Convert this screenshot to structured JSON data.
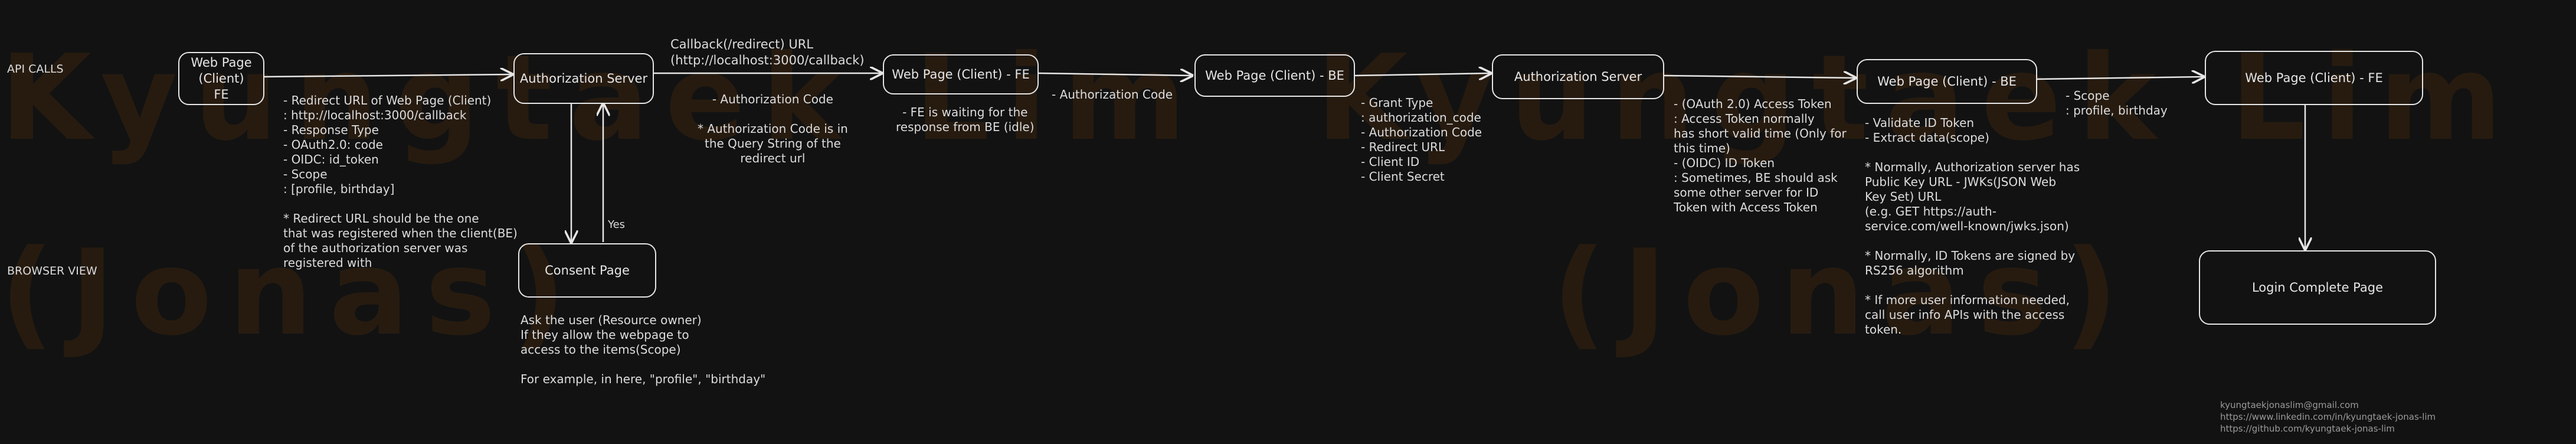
{
  "watermark": {
    "name": "Kyungtaek Lim",
    "alias": "(Jonas)"
  },
  "lanes": {
    "api_calls": "API CALLS",
    "browser_view": "BROWSER VIEW"
  },
  "nodes": {
    "client_fe_1": "Web Page\n(Client)\nFE",
    "auth_server_1": "Authorization Server",
    "consent_page": "Consent Page",
    "client_fe_2": "Web Page (Client) - FE",
    "client_be_1": "Web Page (Client) - BE",
    "auth_server_2": "Authorization Server",
    "client_be_2": "Web Page (Client) - BE",
    "client_fe_3": "Web Page (Client) - FE",
    "login_complete": "Login Complete Page"
  },
  "edge_labels": {
    "callback_url": "Callback(/redirect) URL\n(http://localhost:3000/callback)",
    "yes": "Yes"
  },
  "notes": {
    "auth_request": "- Redirect URL of Web Page (Client)\n    : http://localhost:3000/callback\n- Response Type\n    - OAuth2.0: code\n    - OIDC: id_token\n- Scope\n    : [profile, birthday]\n\n* Redirect URL should be the one\nthat was registered when the client(BE)\nof the authorization server was\nregistered with",
    "consent": "Ask the user (Resource owner)\nIf they allow the webpage to\naccess to the items(Scope)\n\nFor example, in here, \"profile\", \"birthday\"",
    "callback": "- Authorization Code\n\n* Authorization Code is in\nthe Query String of the\nredirect url",
    "fe_waiting": "- FE is waiting for the\nresponse from BE (idle)",
    "fe_to_be": "- Authorization Code",
    "token_request": "- Grant Type\n    : authorization_code\n- Authorization Code\n- Redirect URL\n- Client ID\n- Client Secret",
    "token_response": "- (OAuth 2.0) Access Token\n    : Access Token normally\nhas short valid time (Only for\nthis time)\n- (OIDC) ID Token\n    : Sometimes, BE should ask\nsome other server for ID\nToken with Access Token",
    "be_validate": "- Validate ID Token\n- Extract data(scope)\n\n* Normally, Authorization server has\nPublic Key URL - JWKs(JSON Web\nKey Set) URL\n    (e.g. GET https://auth-\nservice.com/well-known/jwks.json)\n\n* Normally, ID Tokens are signed by\nRS256 algorithm\n\n* If more user information needed,\ncall user info APIs with the access\ntoken.",
    "scope_out": "- Scope\n    : profile, birthday"
  },
  "contact": "kyungtaekjonaslim@gmail.com\nhttps://www.linkedin.com/in/kyungtaek-jonas-lim\nhttps://github.com/kyungtaek-jonas-lim"
}
